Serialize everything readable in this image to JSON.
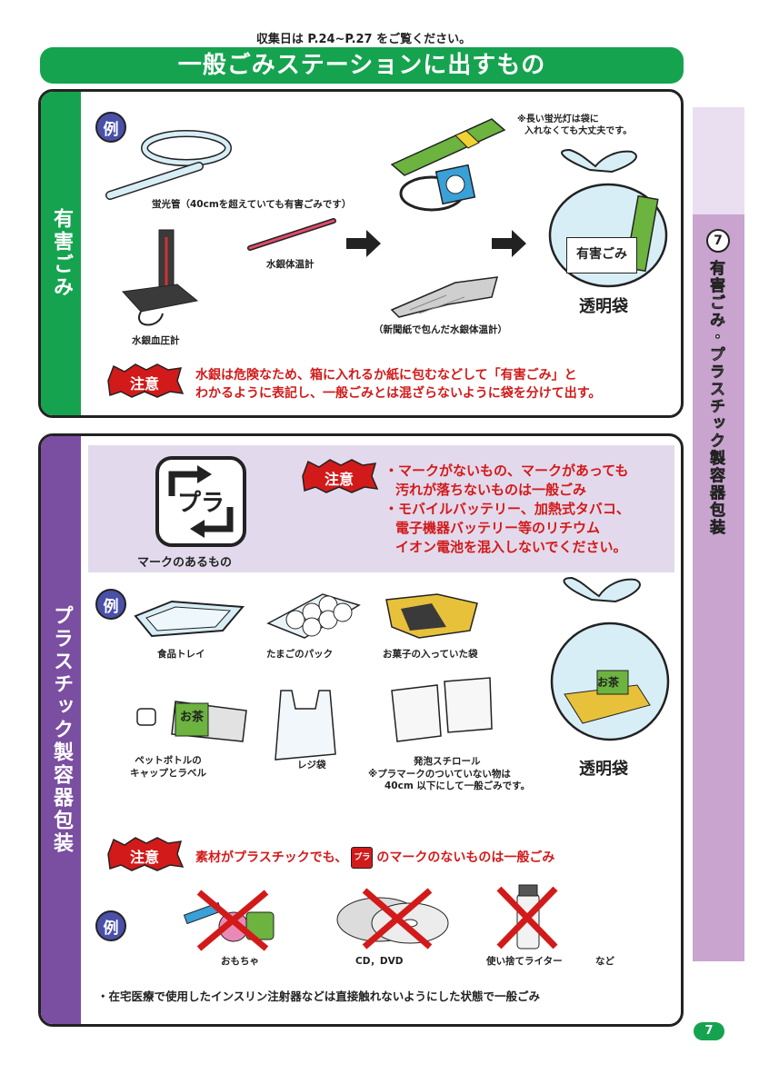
{
  "header": {
    "note": "収集日は P.24~P.27 をご覧ください。",
    "title": "一般ごみステーションに出すもの"
  },
  "hazardous": {
    "side_label": "有害ごみ",
    "example_badge": "例",
    "items": {
      "fluorescent": "蛍光管（40cmを超えていても有害ごみです）",
      "thermometer": "水銀体温計",
      "bp_meter": "水銀血圧計",
      "wrapped": "（新聞紙で包んだ水銀体温計）"
    },
    "long_tube_note_1": "※長い蛍光灯は袋に",
    "long_tube_note_2": "入れなくても大丈夫です。",
    "bag_sign": "有害ごみ",
    "bag_label": "透明袋",
    "caution_badge": "注意",
    "caution_line1": "水銀は危険なため、箱に入れるか紙に包むなどして「有害ごみ」と",
    "caution_line2": "わかるように表記し、一般ごみとは混ざらないように袋を分けて出す。"
  },
  "plastic": {
    "side_label": "プラスチック製容器包装",
    "mark_text": "プラ",
    "mark_caption": "マークのあるもの",
    "caution_badge": "注意",
    "caution_lines": [
      "・マークがないもの、マークがあっても",
      "汚れが落ちないものは一般ごみ",
      "・モバイルバッテリー、加熱式タバコ、",
      "電子機器バッテリー等のリチウム",
      "イオン電池を混入しないでください。"
    ],
    "example_badge": "例",
    "items": {
      "tray": "食品トレイ",
      "egg_pack": "たまごのパック",
      "snack_bag": "お菓子の入っていた袋",
      "cap_label_1": "ペットボトルの",
      "cap_label_2": "キャップとラベル",
      "shopping_bag": "レジ袋",
      "styrofoam": "発泡スチロール",
      "styro_note_1": "※プラマークのついていない物は",
      "styro_note_2": "40cm 以下にして一般ごみです。"
    },
    "ocha_label": "お茶",
    "bag_label": "透明袋",
    "caution2_badge": "注意",
    "caution2_text_a": "素材がプラスチックでも、",
    "caution2_mark": "プラ",
    "caution2_text_b": "のマークのないものは一般ごみ",
    "example2_badge": "例",
    "general_items": {
      "toys": "おもちゃ",
      "cd": "CD，DVD",
      "lighter": "使い捨てライター",
      "etc": "など"
    },
    "footnote": "・在宅医療で使用したインスリン注射器などは直接触れないようにした状態で一般ごみ"
  },
  "right_tab": {
    "number": "7",
    "text": "有害ごみ・プラスチック製容器包装"
  },
  "page_number": "7",
  "colors": {
    "green": "#16a34f",
    "purple": "#7a4ea0",
    "lavender": "#c8a4cf",
    "caution_red": "#d21a1a",
    "badge_blue": "#4a4fa8"
  }
}
